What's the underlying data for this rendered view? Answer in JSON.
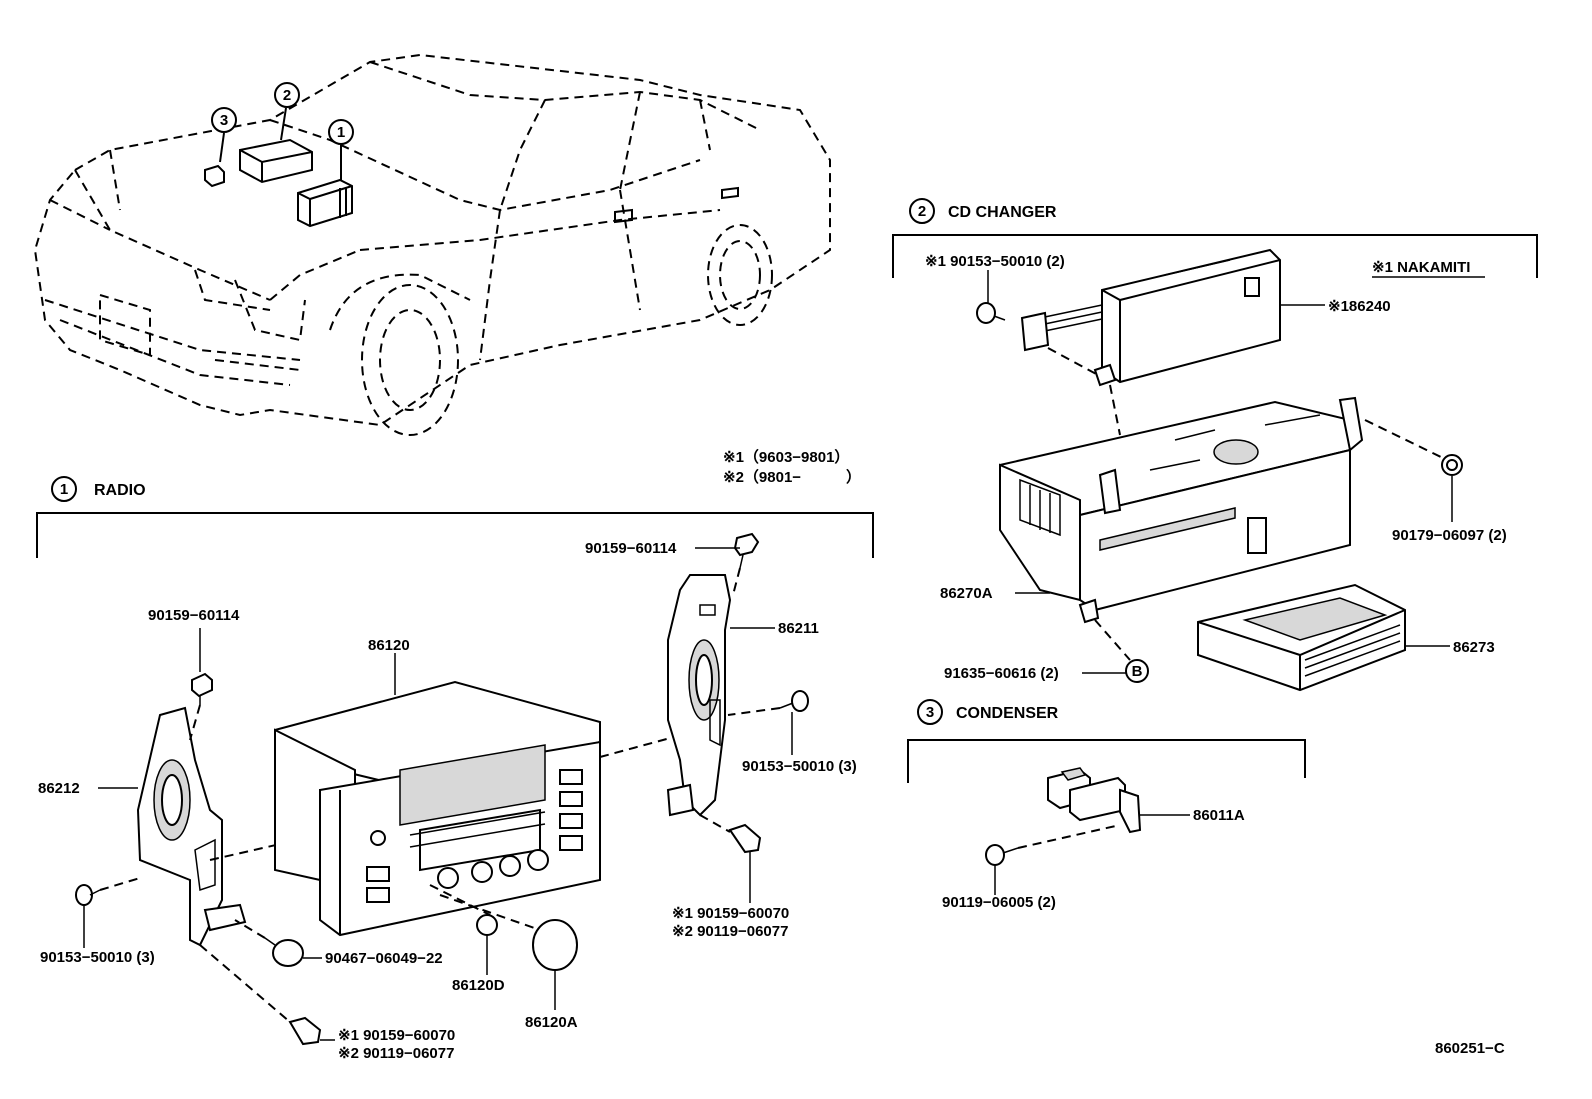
{
  "legend": {
    "note1": "※1（9603−9801）",
    "note2": "※2（9801−　　　）"
  },
  "sections": {
    "radio": {
      "num": "1",
      "title": "RADIO"
    },
    "cd_changer": {
      "num": "2",
      "title": "CD CHANGER"
    },
    "condenser": {
      "num": "3",
      "title": "CONDENSER"
    }
  },
  "car_callouts": [
    "1",
    "2",
    "3"
  ],
  "radio_parts": {
    "p86120": "86120",
    "p86211": "86211",
    "p86212": "86212",
    "p86120D": "86120D",
    "p86120A": "86120A",
    "bolt_top_right": "90159−60114",
    "bolt_top_left": "90159−60114",
    "screw_right": "90153−50010 (3)",
    "screw_left": "90153−50010 (3)",
    "knob_screw": "90467−06049−22",
    "right_lower_1": "※1 90159−60070",
    "right_lower_2": "※2 90119−06077",
    "bottom_1": "※1 90159−60070",
    "bottom_2": "※2 90119−06077"
  },
  "cd_parts": {
    "screw": "※1 90153−50010 (2)",
    "nakamiti": "※1 NAKAMITI",
    "p86240": "※186240",
    "p86270A": "86270A",
    "p86273": "86273",
    "clip": "90179−06097 (2)",
    "bolt_b": "91635−60616 (2)",
    "b_marker": "B"
  },
  "condenser_parts": {
    "p86011A": "86011A",
    "screw": "90119−06005 (2)"
  },
  "diagram_id": "860251−C"
}
